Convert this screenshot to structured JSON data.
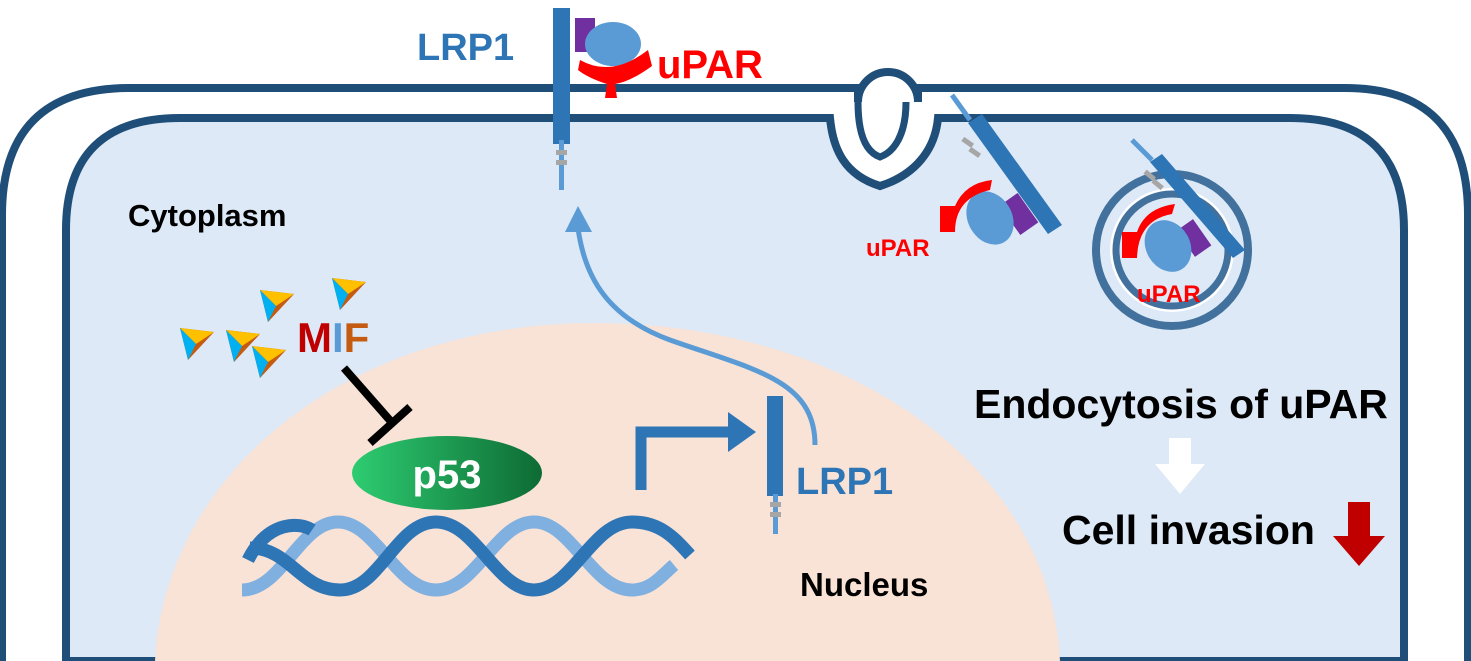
{
  "labels": {
    "lrp1_membrane": "LRP1",
    "upar_membrane": "uPAR",
    "cytoplasm": "Cytoplasm",
    "mif_m": "M",
    "mif_i": "I",
    "mif_f": "F",
    "p53": "p53",
    "lrp1_nucleus": "LRP1",
    "nucleus": "Nucleus",
    "upar_pit": "uPAR",
    "upar_vesicle": "uPAR",
    "endocytosis": "Endocytosis of uPAR",
    "cell_invasion": "Cell invasion"
  },
  "colors": {
    "membrane": "#1f4e79",
    "cytoplasm_fill": "#dde9f6",
    "nucleus_fill": "#f9e2d6",
    "lrp1": "#2e75b6",
    "upar": "#ff0000",
    "ligand": "#5b9bd5",
    "purple": "#7030a0",
    "p53_light": "#2ecc71",
    "p53_dark": "#0d6b34",
    "dna_dark": "#2e75b6",
    "dna_light": "#7fb0e0",
    "decrease_arrow": "#c00000",
    "mif_m": "#c00000",
    "mif_i": "#5b9bd5",
    "mif_f": "#c55a11"
  },
  "icons": [
    "inhibition-arrow-icon",
    "transcription-arrow-icon",
    "down-arrow-icon",
    "white-arrow-icon",
    "mif-triangle-icon"
  ]
}
